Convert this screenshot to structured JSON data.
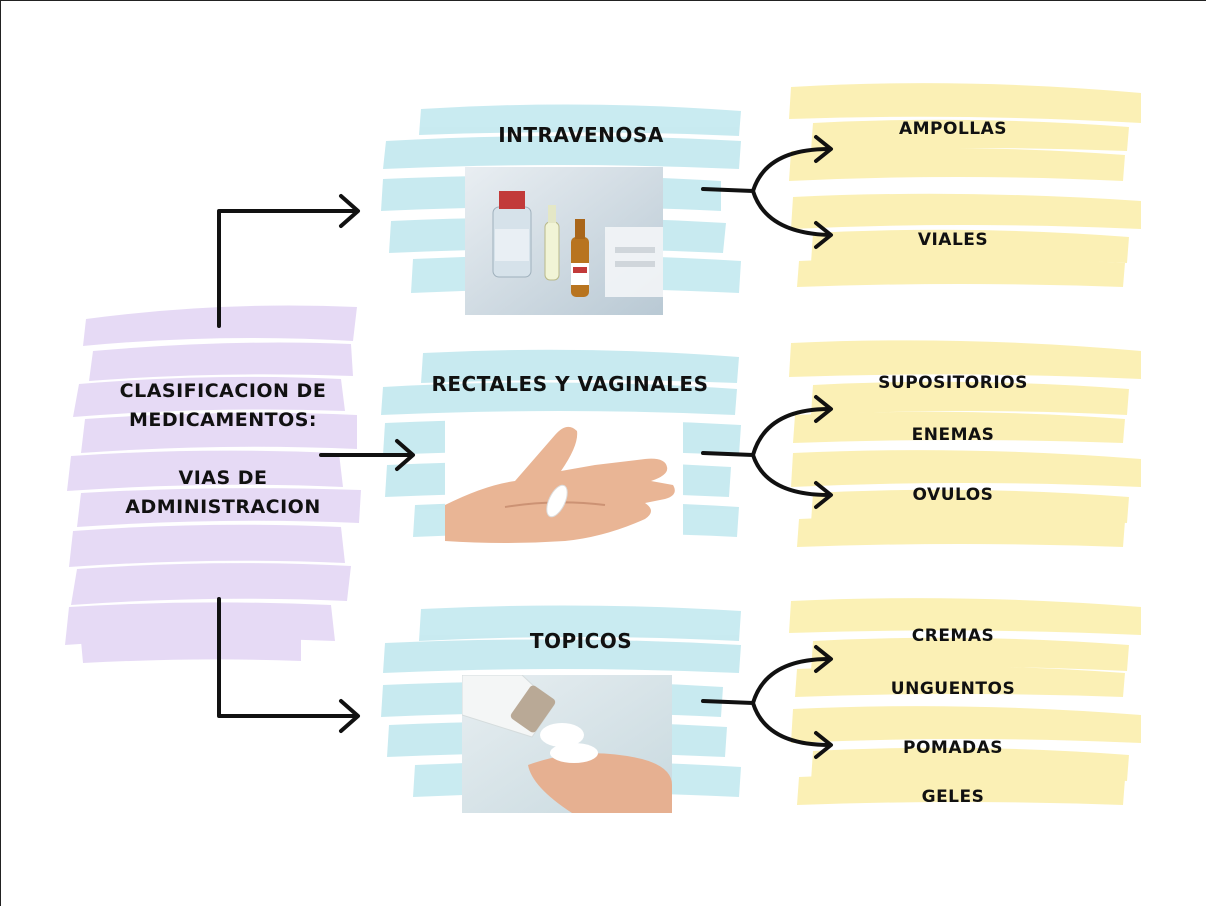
{
  "central": {
    "line1": "CLASIFICACION DE",
    "line2": "MEDICAMENTOS:",
    "line3": "VIAS DE",
    "line4": "ADMINISTRACION"
  },
  "routes": [
    {
      "title": "INTRAVENOSA",
      "image": "ampoules-vials-photo",
      "items": [
        "AMPOLLAS",
        "VIALES"
      ]
    },
    {
      "title": "RECTALES Y VAGINALES",
      "image": "hand-suppository-photo",
      "items": [
        "SUPOSITORIOS",
        "ENEMAS",
        "OVULOS"
      ]
    },
    {
      "title": "TOPICOS",
      "image": "cream-tube-photo",
      "items": [
        "CREMAS",
        "UNGUENTOS",
        "POMADAS",
        "GELES"
      ]
    }
  ],
  "colors": {
    "purple_brush": "#e4d7f5",
    "teal_brush": "#bfe7ee",
    "yellow_brush": "#fbefad",
    "arrow": "#111111"
  }
}
